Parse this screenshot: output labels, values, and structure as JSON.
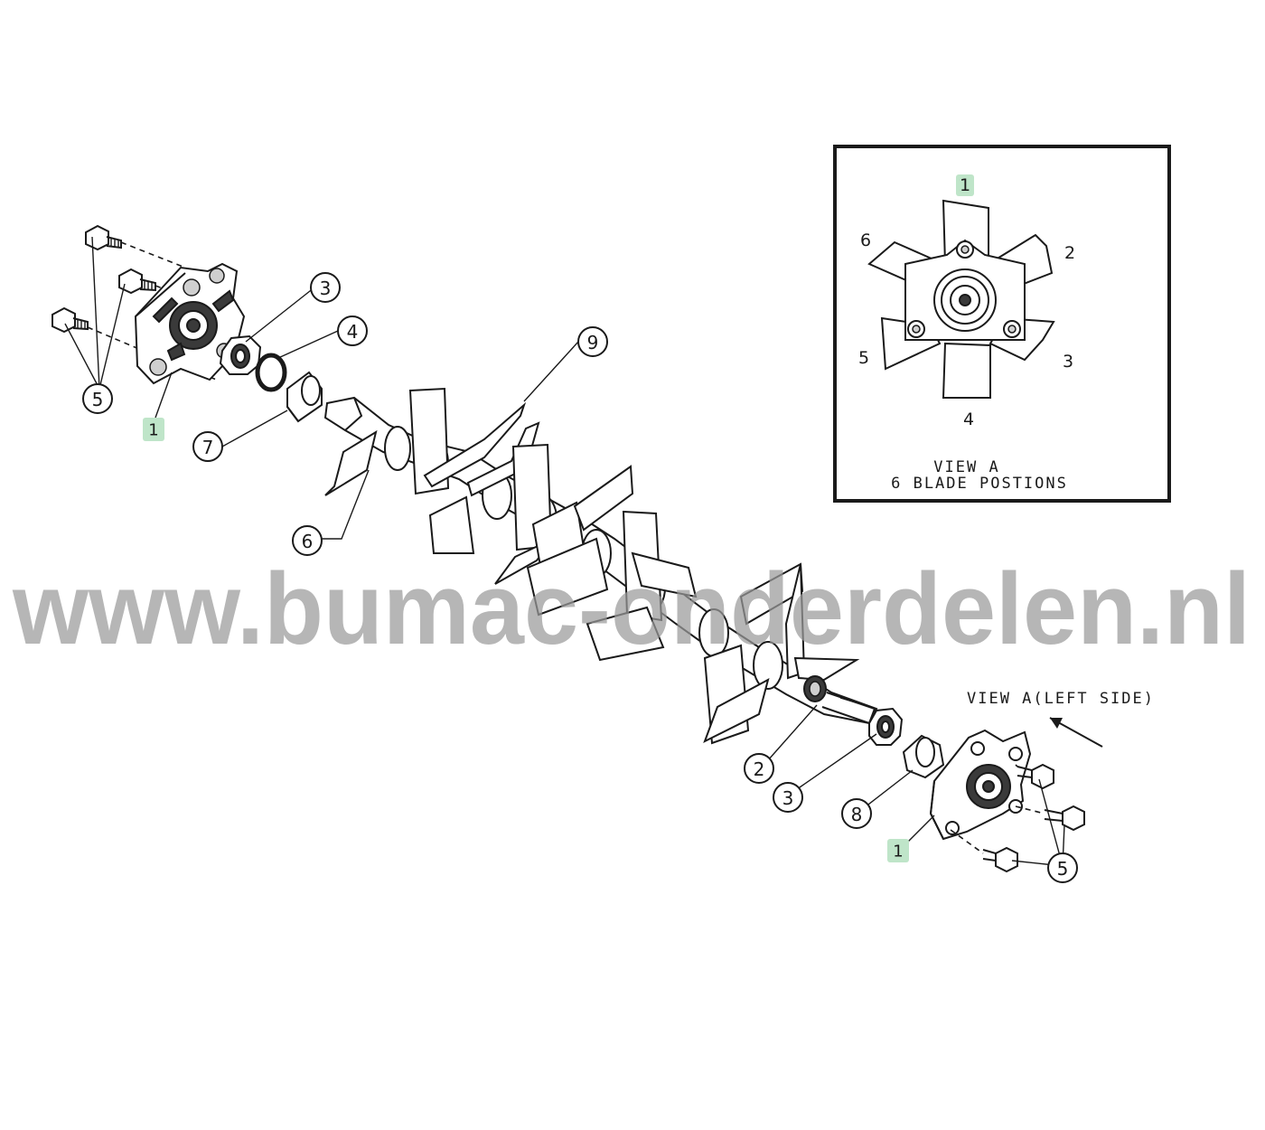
{
  "watermark": "www.bumac-onderdelen.nl",
  "callouts": {
    "c5_left": "5",
    "c1_left": "1",
    "c3_top": "3",
    "c4": "4",
    "c7": "7",
    "c9": "9",
    "c6": "6",
    "c2": "2",
    "c3_bottom": "3",
    "c8": "8",
    "c1_right": "1",
    "c5_right": "5"
  },
  "inset": {
    "title_line1": "VIEW A",
    "title_line2": "6 BLADE POSTIONS",
    "pos1": "1",
    "pos2": "2",
    "pos3": "3",
    "pos4": "4",
    "pos5": "5",
    "pos6": "6"
  },
  "view_label": "VIEW A(LEFT SIDE)"
}
